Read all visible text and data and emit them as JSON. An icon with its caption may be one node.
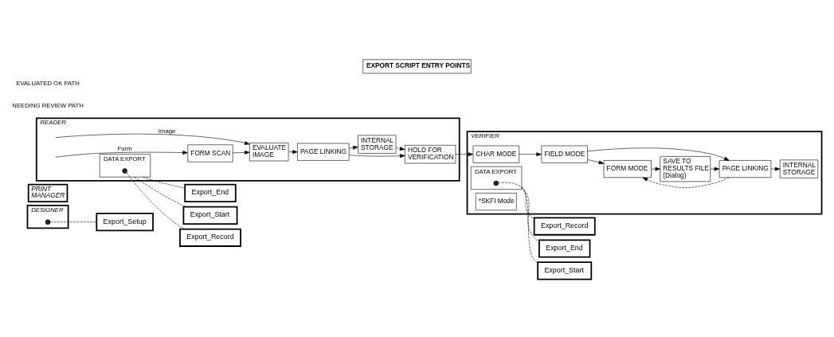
{
  "diagram": {
    "title": "EXPORT SCRIPT ENTRY POINTS",
    "nodes": [
      {
        "text": [
          "DESIGNER"
        ]
      },
      {
        "text": [],
        "shape": "circle",
        "in": 0
      },
      {
        "text": [
          "PRINT MANAGER"
        ]
      },
      {
        "text": [
          "READER"
        ]
      },
      {
        "text": [
          "EVALUATE IMAGE"
        ],
        "in": 3
      },
      {
        "text": [
          "PAGE LINKING"
        ],
        "in": 3
      },
      {
        "text": [
          "HOLD FOR VERIFICATION"
        ],
        "in": 3
      },
      {
        "text": [
          "FORM SCAN"
        ],
        "in": 3
      },
      {
        "text": [
          "INTERNAL STORAGE"
        ],
        "in": 3
      },
      {
        "text": [
          "DATA EXPORT"
        ],
        "in": 3
      },
      {
        "text": [],
        "shape": "circle",
        "in": 9
      },
      {
        "text": [
          "VERIFIER"
        ]
      },
      {
        "text": [
          "CHAR MODE"
        ],
        "in": 11
      },
      {
        "text": [
          "FORM MODE"
        ],
        "in": 11
      },
      {
        "text": [
          "SAVE TO RESULTS FILE",
          "(Dialog)"
        ],
        "in": 11
      },
      {
        "text": [
          "PAGE LINKING"
        ],
        "in": 11
      },
      {
        "text": [
          "INTERNAL STORAGE"
        ],
        "in": 11
      },
      {
        "text": [
          "DATA EXPORT"
        ],
        "in": 11
      },
      {
        "text": [],
        "shape": "circle",
        "in": 17
      },
      {
        "text": [
          "FIELD MODE"
        ],
        "in": 11
      },
      {
        "text": [
          "*SKFI Mode"
        ],
        "in": 11
      },
      {
        "text": [
          "Export_Setup"
        ]
      },
      {
        "text": [
          "Export_Start"
        ]
      },
      {
        "text": [
          "Export_Record"
        ]
      },
      {
        "text": [
          "Export_End"
        ]
      },
      {
        "text": [
          "Export_Start"
        ]
      },
      {
        "text": [
          "Export_Record"
        ]
      },
      {
        "text": [
          "Export_End"
        ]
      }
    ],
    "edges": [
      {
        "from": null,
        "to": 4,
        "arrow": "to",
        "label": "Image"
      },
      {
        "from": null,
        "to": 7,
        "arrow": "to",
        "label": "Form"
      },
      {
        "from": 7,
        "to": 4,
        "arrow": "to"
      },
      {
        "from": 4,
        "to": 5,
        "arrow": "to"
      },
      {
        "from": 5,
        "to": 6,
        "arrow": "to"
      },
      {
        "from": 5,
        "to": 8,
        "arrow": "to"
      },
      {
        "from": 8,
        "to": 6,
        "arrow": "to",
        "style": "dashed"
      },
      {
        "from": 6,
        "to": 12,
        "arrow": "to"
      },
      {
        "from": 12,
        "to": 19,
        "arrow": "to"
      },
      {
        "from": 19,
        "to": 13,
        "arrow": "to"
      },
      {
        "from": 19,
        "to": 15,
        "arrow": "to"
      },
      {
        "from": 13,
        "to": 14,
        "arrow": "to"
      },
      {
        "from": 14,
        "to": 15,
        "arrow": "to"
      },
      {
        "from": 15,
        "to": 13,
        "arrow": "to",
        "style": "dashed"
      },
      {
        "from": 15,
        "to": 16,
        "arrow": "to"
      },
      {
        "from": 1,
        "to": 21,
        "arrow": "none",
        "style": "dashed"
      },
      {
        "from": 9,
        "to": 22,
        "arrow": "none",
        "style": "dashed"
      },
      {
        "from": 10,
        "to": 23,
        "arrow": "none",
        "style": "dashed"
      },
      {
        "from": 9,
        "to": 24,
        "arrow": "none",
        "style": "dashed"
      },
      {
        "from": 17,
        "to": 25,
        "arrow": "none",
        "style": "dashed"
      },
      {
        "from": 18,
        "to": 26,
        "arrow": "none",
        "style": "dashed"
      },
      {
        "from": 17,
        "to": 27,
        "arrow": "none",
        "style": "dashed"
      }
    ],
    "labels": [
      "NEEDING REVIEW PATH",
      "EVALUATED OK PATH"
    ]
  }
}
